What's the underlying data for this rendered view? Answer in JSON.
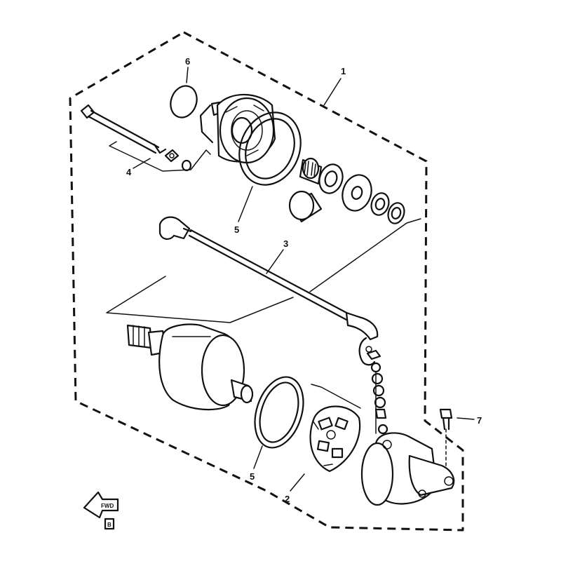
{
  "diagram": {
    "callouts": {
      "assembly": "1",
      "brush_holder": "2",
      "lead_wire": "3",
      "bolt_set": "4",
      "o_ring_upper": "5",
      "o_ring_lower": "5",
      "o_ring_small": "6",
      "mounting_bolt": "7"
    },
    "direction_arrow": "FWD",
    "ref_mark": "B"
  }
}
